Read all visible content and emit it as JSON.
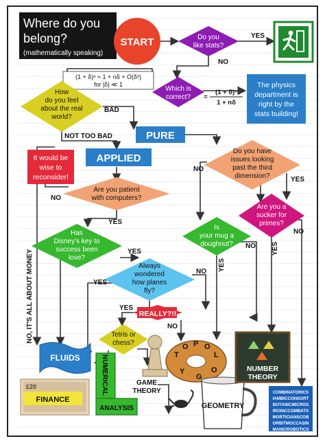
{
  "title": {
    "line1": "Where do you",
    "line2": "belong?",
    "line3": "(mathematically speaking)"
  },
  "start": "START",
  "stats": {
    "line1": "Do you",
    "line2": "like stats?"
  },
  "yes": "YES",
  "no": "NO",
  "bad": "BAD",
  "not_too_bad": "NOT TOO BAD",
  "formula1": {
    "line1": "(1 + δ)ⁿ ≈ 1 + nδ + O(δ²)",
    "line2": "for |δ| ≪ 1"
  },
  "physics": {
    "line1": "The physics",
    "line2": "department is",
    "line3": "right by the",
    "line4": "stats building!"
  },
  "correct": {
    "line1": "Which is",
    "line2": "correct?"
  },
  "formula2": {
    "line1": "(1 + δ)ⁿ",
    "line2": "1 + nδ",
    "eq": "="
  },
  "real_world": {
    "line1": "How",
    "line2": "do you feel",
    "line3": "about the real",
    "line4": "world?"
  },
  "pure": "PURE",
  "applied": "APPLIED",
  "issues": {
    "line1": "Do you have",
    "line2": "issues looking",
    "line3": "past the third",
    "line4": "dimension?"
  },
  "reconsider": {
    "line1": "It would be",
    "line2": "wise to",
    "line3": "reconsider!"
  },
  "patient": {
    "line1": "Are you patient",
    "line2": "with computers?"
  },
  "primes": {
    "line1": "Are you a",
    "line2": "sucker for",
    "line3": "primes?"
  },
  "mug": {
    "line1": "Is",
    "line2": "your mug a",
    "line3": "doughnut?"
  },
  "disney": {
    "line1": "Has",
    "line2": "Disney's key to",
    "line3": "success been",
    "line4": "love?"
  },
  "planes": {
    "line1": "Always",
    "line2": "wondered",
    "line3": "how planes",
    "line4": "fly?"
  },
  "money_side": "NO, IT'S ALL ABOUT MONEY",
  "really": "REALLY?!!",
  "tetris": {
    "line1": "Tetris or",
    "line2": "chess?"
  },
  "fluids": "FLUIDS",
  "topology_letters": [
    "T",
    "O",
    "P",
    "O",
    "L",
    "O",
    "G",
    "Y"
  ],
  "number_theory": {
    "line1": "NUMBER",
    "line2": "THEORY"
  },
  "finance": "FINANCE",
  "numerical": "NUMERICAL",
  "analysis": "ANALYSIS",
  "game_theory": {
    "line1": "GAME",
    "line2": "THEORY"
  },
  "geometry": "GEOMETRY",
  "banknote": "£20",
  "anagrams": [
    "COMBINATORICS",
    "IAMBICCONSORT",
    "BOTANICMICROS",
    "IRONICCOMBATS",
    "MORTICIANSCOB",
    "ORBITMOCCASIN",
    "MANICROBOTICS"
  ],
  "colors": {
    "start": "#e8432b",
    "purple": "#8e1cb3",
    "blue": "#2a7fc8",
    "yellow": "#d8cf22",
    "orange": "#f2a374",
    "red_box": "#e42a3a",
    "green": "#36b82f",
    "magenta": "#d0157f",
    "sky": "#5cc3ee",
    "exit_green": "#1f8a2f",
    "dark": "#151515"
  }
}
